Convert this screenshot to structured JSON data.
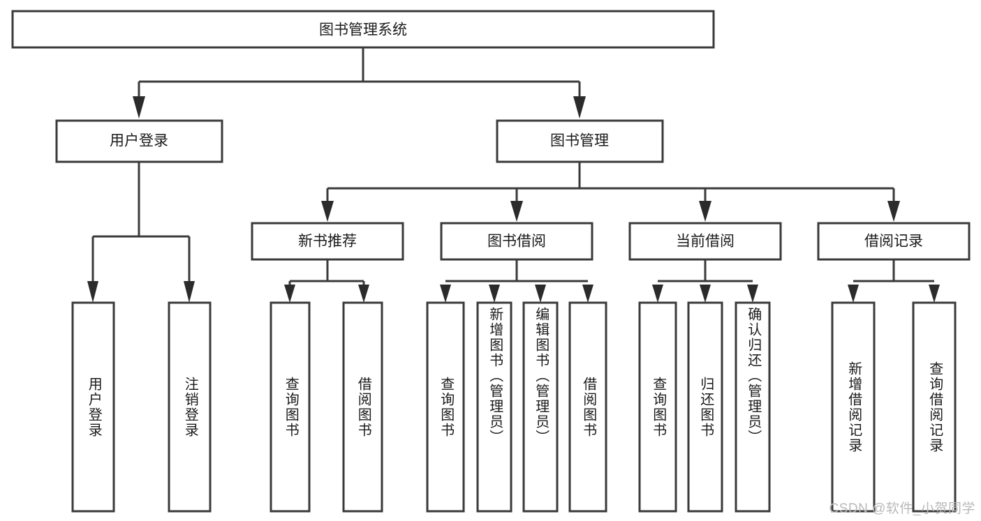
{
  "diagram": {
    "title": "图书管理系统",
    "type": "tree",
    "watermark": "CSDN @软件_小贺同学",
    "colors": {
      "box_stroke": "#3a3a3a",
      "box_fill": "#ffffff",
      "connector": "#3a3a3a",
      "text": "#1a1a1a",
      "watermark": "#b9b9b9",
      "background": "#ffffff"
    },
    "root": {
      "label": "图书管理系统"
    },
    "level2": [
      {
        "id": "user-login",
        "label": "用户登录"
      },
      {
        "id": "book-manage",
        "label": "图书管理"
      }
    ],
    "level3": [
      {
        "id": "new-book-recommend",
        "label": "新书推荐",
        "parent": "book-manage"
      },
      {
        "id": "book-borrow",
        "label": "图书借阅",
        "parent": "book-manage"
      },
      {
        "id": "current-borrow",
        "label": "当前借阅",
        "parent": "book-manage"
      },
      {
        "id": "borrow-record",
        "label": "借阅记录",
        "parent": "book-manage"
      }
    ],
    "leaves": [
      {
        "id": "leaf-user-login",
        "label": "用户登录",
        "parent": "user-login"
      },
      {
        "id": "leaf-logout-login",
        "label": "注销登录",
        "parent": "user-login"
      },
      {
        "id": "leaf-query-book-1",
        "label": "查询图书",
        "parent": "new-book-recommend"
      },
      {
        "id": "leaf-borrow-book-1",
        "label": "借阅图书",
        "parent": "new-book-recommend"
      },
      {
        "id": "leaf-query-book-2",
        "label": "查询图书",
        "parent": "book-borrow"
      },
      {
        "id": "leaf-add-book",
        "label": "新增图书（管理员）",
        "parent": "book-borrow"
      },
      {
        "id": "leaf-edit-book",
        "label": "编辑图书（管理员）",
        "parent": "book-borrow"
      },
      {
        "id": "leaf-borrow-book-2",
        "label": "借阅图书",
        "parent": "book-borrow"
      },
      {
        "id": "leaf-query-book-3",
        "label": "查询图书",
        "parent": "current-borrow"
      },
      {
        "id": "leaf-return-book",
        "label": "归还图书",
        "parent": "current-borrow"
      },
      {
        "id": "leaf-confirm-return",
        "label": "确认归还（管理员）",
        "parent": "current-borrow"
      },
      {
        "id": "leaf-add-record",
        "label": "新增借阅记录",
        "parent": "borrow-record"
      },
      {
        "id": "leaf-query-record",
        "label": "查询借阅记录",
        "parent": "borrow-record"
      }
    ]
  }
}
